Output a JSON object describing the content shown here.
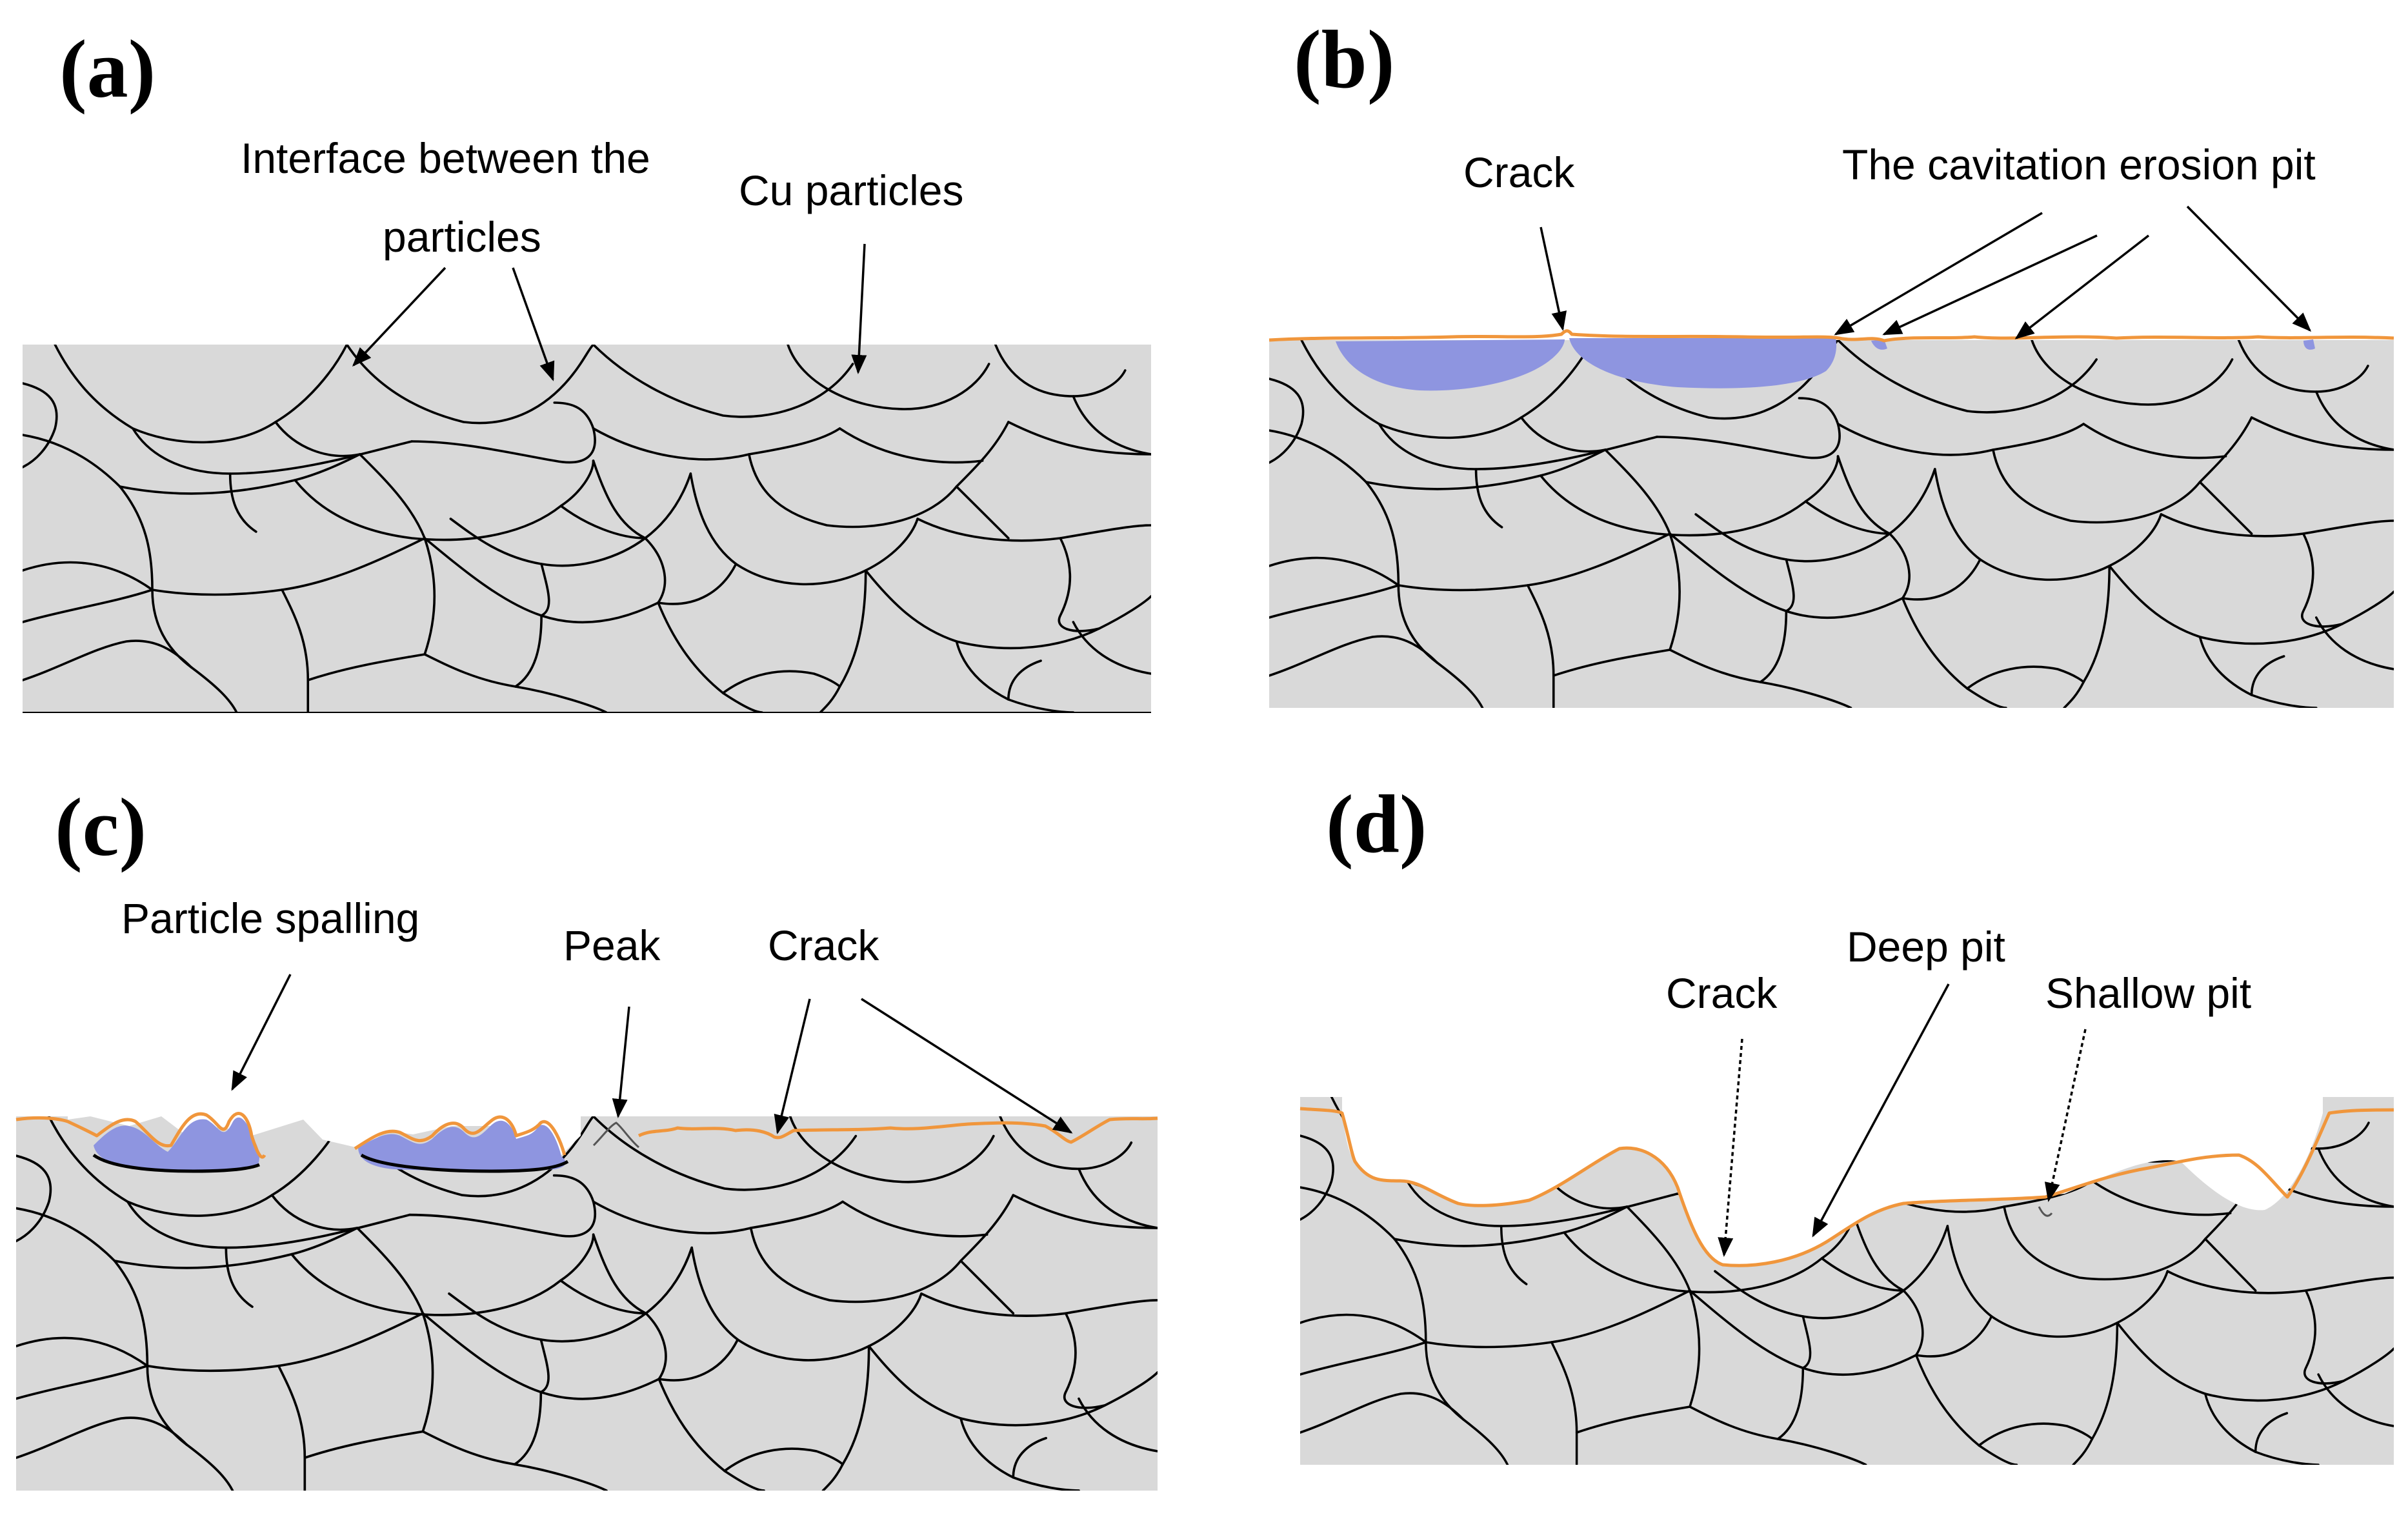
{
  "panels": {
    "a": {
      "label": "(a)",
      "annotations": {
        "interface_line1": "Interface between the",
        "interface_line2": "particles",
        "cu": "Cu particles"
      }
    },
    "b": {
      "label": "(b)",
      "annotations": {
        "crack": "Crack",
        "pit": "The cavitation erosion pit"
      }
    },
    "c": {
      "label": "(c)",
      "annotations": {
        "spalling": "Particle spalling",
        "peak": "Peak",
        "crack": "Crack"
      }
    },
    "d": {
      "label": "(d)",
      "annotations": {
        "crack": "Crack",
        "deep_pit": "Deep pit",
        "shallow_pit": "Shallow pit"
      }
    }
  },
  "colors": {
    "matrix": "#d9d9d9",
    "grain_boundary": "#000000",
    "pit_fill": "#8e95e0",
    "surface_edge": "#f0963c"
  }
}
